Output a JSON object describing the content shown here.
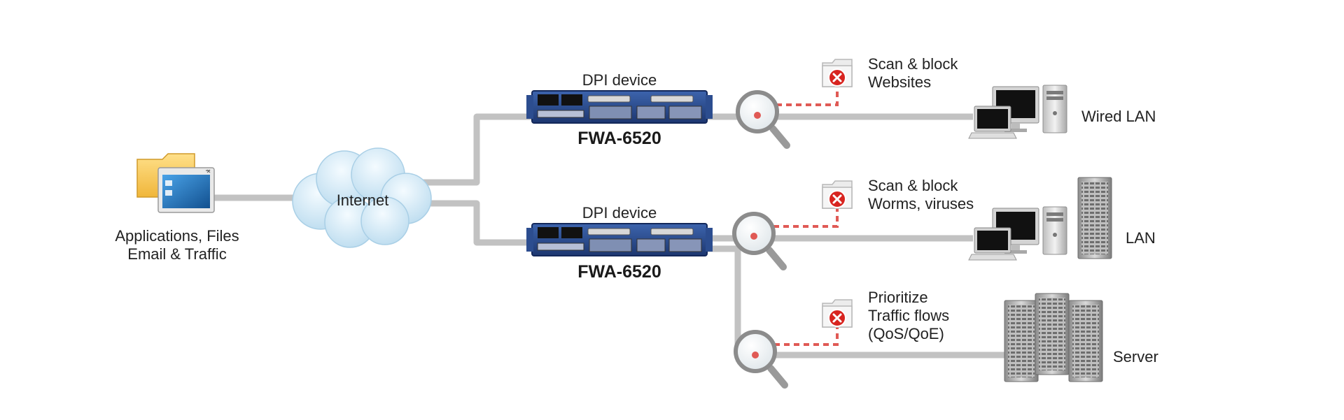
{
  "source": {
    "line1": "Applications, Files",
    "line2": "Email & Traffic",
    "icons": [
      "folder-icon",
      "application-window-icon"
    ]
  },
  "internet": {
    "label": "Internet",
    "icon": "cloud-icon"
  },
  "dpi_devices": [
    {
      "caption": "DPI device",
      "model": "FWA-6520"
    },
    {
      "caption": "DPI device",
      "model": "FWA-6520"
    }
  ],
  "actions": [
    {
      "lines": [
        "Scan & block",
        "Websites"
      ],
      "icon": "blocked-folder-icon"
    },
    {
      "lines": [
        "Scan & block",
        "Worms, viruses"
      ],
      "icon": "blocked-folder-icon"
    },
    {
      "lines": [
        "Prioritize",
        "Traffic flows",
        "(QoS/QoE)"
      ],
      "icon": "blocked-folder-icon"
    }
  ],
  "destinations": [
    {
      "label": "Wired LAN",
      "icons": [
        "desktop-pc-icon",
        "laptop-icon",
        "tower-pc-icon"
      ]
    },
    {
      "label": "LAN",
      "icons": [
        "desktop-pc-icon",
        "laptop-icon",
        "tower-pc-icon",
        "rack-server-icon"
      ]
    },
    {
      "label": "Server",
      "icons": [
        "rack-server-icon"
      ]
    }
  ],
  "colors": {
    "line": "#c2c2c2",
    "dashed_link": "#e05a55",
    "block_badge": "#d8241f",
    "device_blue": "#2a4a8c",
    "cloud": "#cde6f3"
  }
}
